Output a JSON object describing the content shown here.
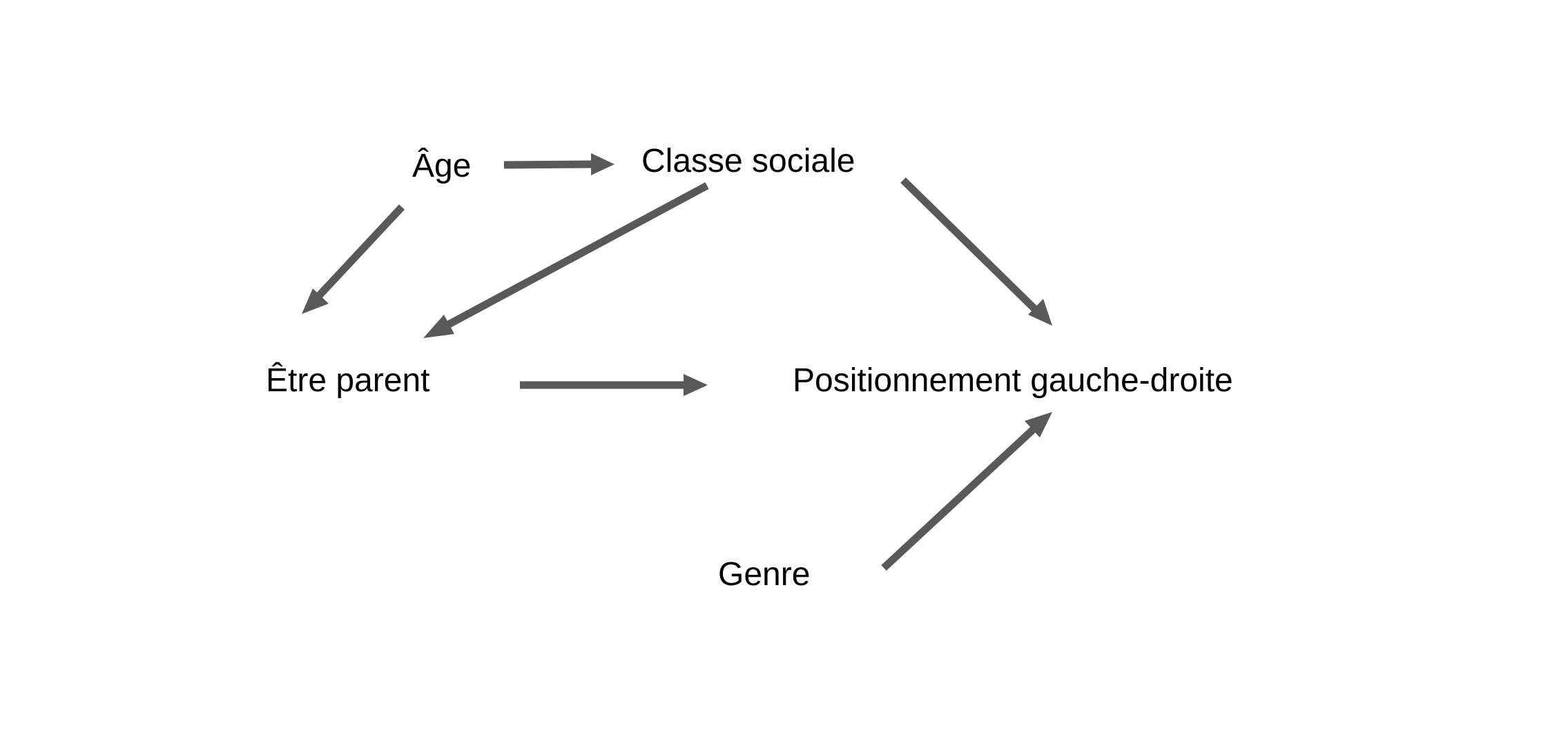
{
  "diagram": {
    "nodes": [
      {
        "id": "age",
        "label": "Âge"
      },
      {
        "id": "classe",
        "label": "Classe sociale"
      },
      {
        "id": "parent",
        "label": "Être parent"
      },
      {
        "id": "position",
        "label": "Positionnement gauche-droite"
      },
      {
        "id": "genre",
        "label": "Genre"
      }
    ],
    "edges": [
      {
        "from": "age",
        "to": "classe"
      },
      {
        "from": "age",
        "to": "parent"
      },
      {
        "from": "classe",
        "to": "parent"
      },
      {
        "from": "classe",
        "to": "position"
      },
      {
        "from": "parent",
        "to": "position"
      },
      {
        "from": "genre",
        "to": "position"
      }
    ],
    "colors": {
      "arrow": "#595959",
      "text": "#000000",
      "background": "#ffffff"
    }
  }
}
